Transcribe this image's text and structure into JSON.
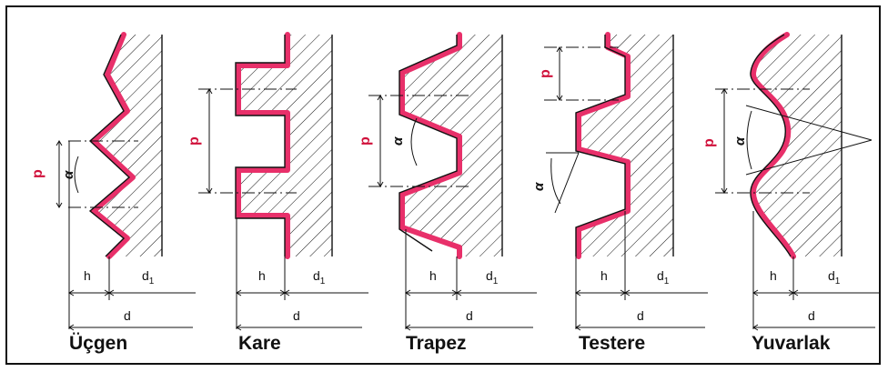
{
  "profiles": [
    {
      "key": "ucgen",
      "caption": "Üçgen",
      "pitch_label": "p",
      "angle_label": "α",
      "h_label": "h",
      "d1_label": "d",
      "d1_sub": "1",
      "d_label": "d"
    },
    {
      "key": "kare",
      "caption": "Kare",
      "pitch_label": "p",
      "h_label": "h",
      "d1_label": "d",
      "d1_sub": "1",
      "d_label": "d"
    },
    {
      "key": "trapez",
      "caption": "Trapez",
      "pitch_label": "p",
      "angle_label": "α",
      "h_label": "h",
      "d1_label": "d",
      "d1_sub": "1",
      "d_label": "d"
    },
    {
      "key": "testere",
      "caption": "Testere",
      "pitch_label": "p",
      "angle_label": "α",
      "h_label": "h",
      "d1_label": "d",
      "d1_sub": "1",
      "d_label": "d"
    },
    {
      "key": "yuvarlak",
      "caption": "Yuvarlak",
      "pitch_label": "p",
      "angle_label": "α",
      "h_label": "h",
      "d1_label": "d",
      "d1_sub": "1",
      "d_label": "d"
    }
  ],
  "colors": {
    "profile": "#e8306a",
    "pitch": "#d0103a",
    "line": "#111111"
  }
}
